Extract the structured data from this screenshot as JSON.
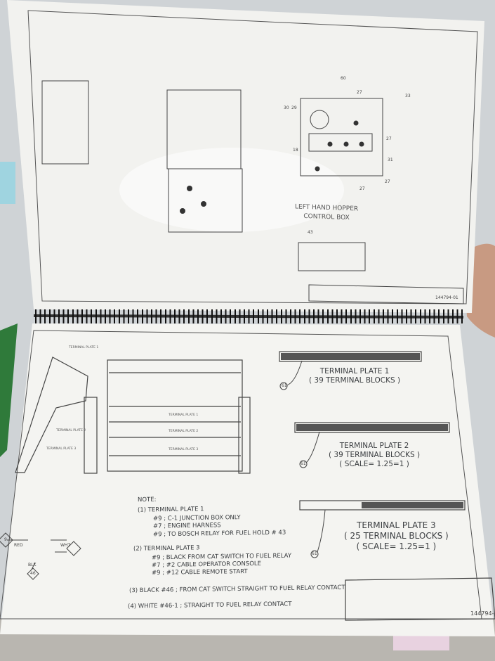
{
  "top_page": {
    "control_box_caption": [
      "LEFT HAND HOPPER",
      "CONTROL BOX"
    ],
    "balloons": [
      "60",
      "27",
      "33",
      "30",
      "29",
      "18",
      "31",
      "27",
      "27",
      "27",
      "43"
    ],
    "title_block_number": "144794-01"
  },
  "bottom_page": {
    "side_labels": [
      "TERMINAL PLATE 1",
      "TERMINAL PLATE 2",
      "TERMINAL PLATE 3"
    ],
    "front_labels": [
      "TERMINAL PLATE 1",
      "TERMINAL PLATE 2",
      "TERMINAL PLATE 3"
    ],
    "plates": [
      {
        "title": "TERMINAL PLATE 1",
        "blocks": "( 39 TERMINAL BLOCKS )",
        "scale": "",
        "balloon": "61"
      },
      {
        "title": "TERMINAL PLATE 2",
        "blocks": "( 39 TERMINAL BLOCKS )",
        "scale": "( SCALE= 1.25=1 )",
        "balloon": "61"
      },
      {
        "title": "TERMINAL PLATE 3",
        "blocks": "( 25 TERMINAL BLOCKS )",
        "scale": "( SCALE= 1.25=1 )",
        "balloon": "61"
      }
    ],
    "wires": {
      "red": "RED",
      "wht": "WHT",
      "blk": "BLK",
      "tag_9": "9",
      "tag_46": "46"
    },
    "notes": {
      "heading": "NOTE:",
      "n1": "(1) TERMINAL PLATE 1",
      "n1a": "#9 ; C-1 JUNCTION BOX ONLY",
      "n1b": "#7 ; ENGINE HARNESS",
      "n1c": "#9 ; TO BOSCH RELAY FOR FUEL HOLD # 43",
      "n2": "(2) TERMINAL PLATE 3",
      "n2a": "#9 ; BLACK FROM CAT SWITCH TO FUEL RELAY",
      "n2b": "#7 ; #2 CABLE OPERATOR CONSOLE",
      "n2c": "#9 ; #12 CABLE REMOTE START",
      "n3": "(3) BLACK #46 ; FROM CAT SWITCH STRAIGHT TO FUEL RELAY CONTACT",
      "n4": "(4) WHITE #46-1 ; STRAIGHT TO FUEL RELAY CONTACT"
    },
    "title_block_number": "144794-"
  },
  "colors": {
    "paper": "#f4f4f1",
    "ink": "#3a3d40",
    "binding": "#1c1c1e",
    "skin": "#c89a82"
  }
}
